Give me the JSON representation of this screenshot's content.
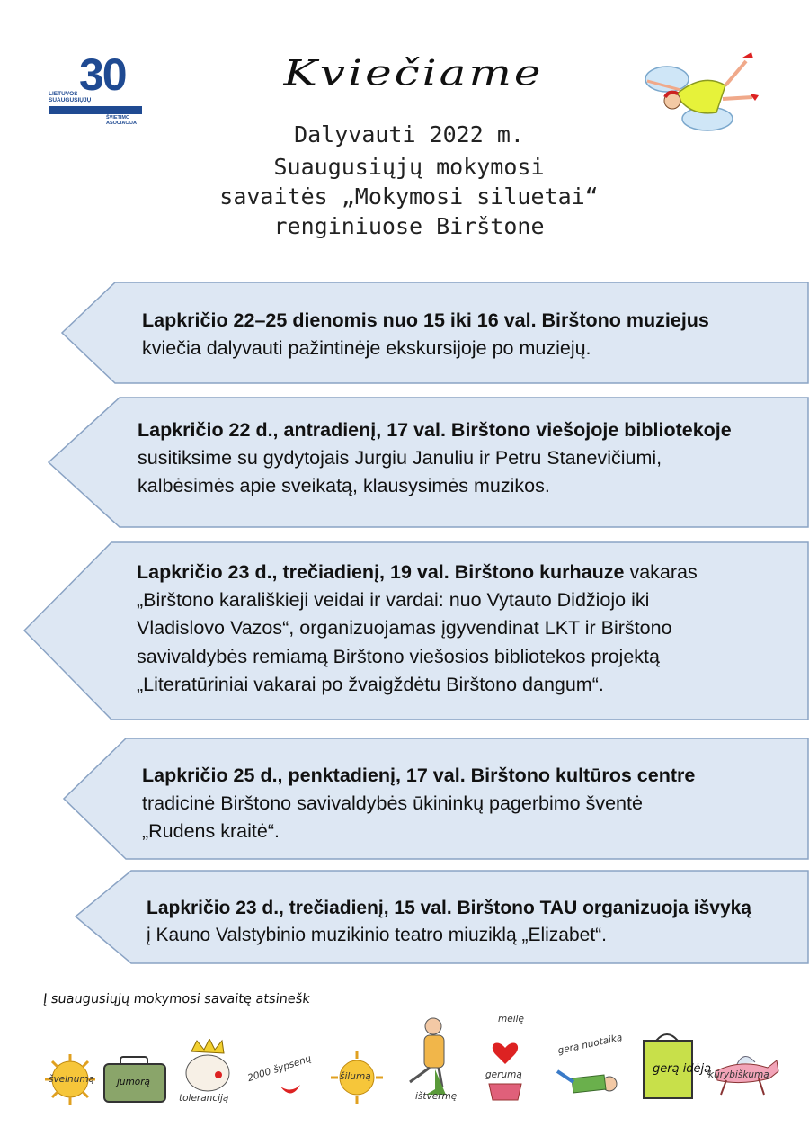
{
  "header": {
    "logo": {
      "number": "30",
      "line1": "LIETUVOS",
      "line2": "SUAUGUSIŲJŲ",
      "line3": "ŠVIETIMO",
      "line4": "ASOCIACIJA"
    },
    "title": "Kviečiame",
    "subtitle": [
      "Dalyvauti 2022 m.",
      "Suaugusiųjų mokymosi",
      "savaitės „Mokymosi siluetai“",
      "renginiuose Birštone"
    ]
  },
  "events": [
    {
      "bold": "Lapkričio 22–25 dienomis nuo 15 iki 16 val. Birštono muziejus",
      "after": "",
      "lines": [
        "kviečia dalyvauti pažintinėje ekskursijoje po muziejų."
      ]
    },
    {
      "bold": "Lapkričio 22 d., antradienį, 17 val. Birštono viešojoje bibliotekoje",
      "after": "",
      "lines": [
        "susitiksime su  gydytojais Jurgiu Januliu ir Petru Stanevičiumi,",
        "kalbėsimės apie sveikatą, klausysimės muzikos."
      ]
    },
    {
      "bold": "Lapkričio 23 d., trečiadienį, 19 val. Birštono kurhauze",
      "after": " vakaras",
      "lines": [
        "„Birštono karališkieji veidai ir vardai: nuo Vytauto Didžiojo iki",
        "Vladislovo Vazos“, organizuojamas įgyvendinat LKT ir Birštono",
        "savivaldybės remiamą Birštono viešosios bibliotekos projektą",
        "„Literatūriniai vakarai po žvaigždėtu Birštono dangum“."
      ]
    },
    {
      "bold": "Lapkričio 25 d., penktadienį, 17 val. Birštono kultūros centre",
      "after": "",
      "lines": [
        "tradicinė Birštono savivaldybės ūkininkų pagerbimo šventė",
        "„Rudens kraitė“."
      ]
    },
    {
      "bold": "Lapkričio 23 d., trečiadienį, 15 val. Birštono TAU organizuoja išvyką",
      "after": "",
      "lines": [
        "į Kauno Valstybinio muzikinio teatro miuziklą „Elizabet“."
      ]
    }
  ],
  "footer": {
    "caption": "Į suaugusiųjų mokymosi savaitę atsinešk",
    "items": [
      "švelnumą",
      "jumorą",
      "toleranciją",
      "2000 šypsenų",
      "šilumą",
      "ištvermę",
      "meilę",
      "gerumą",
      "gerą nuotaiką",
      "gerą idėją",
      "kūrybiškumą"
    ]
  },
  "colors": {
    "arrow_fill": "#dde7f3",
    "arrow_stroke": "#8aa3c4",
    "logo_blue": "#1f4a92"
  }
}
